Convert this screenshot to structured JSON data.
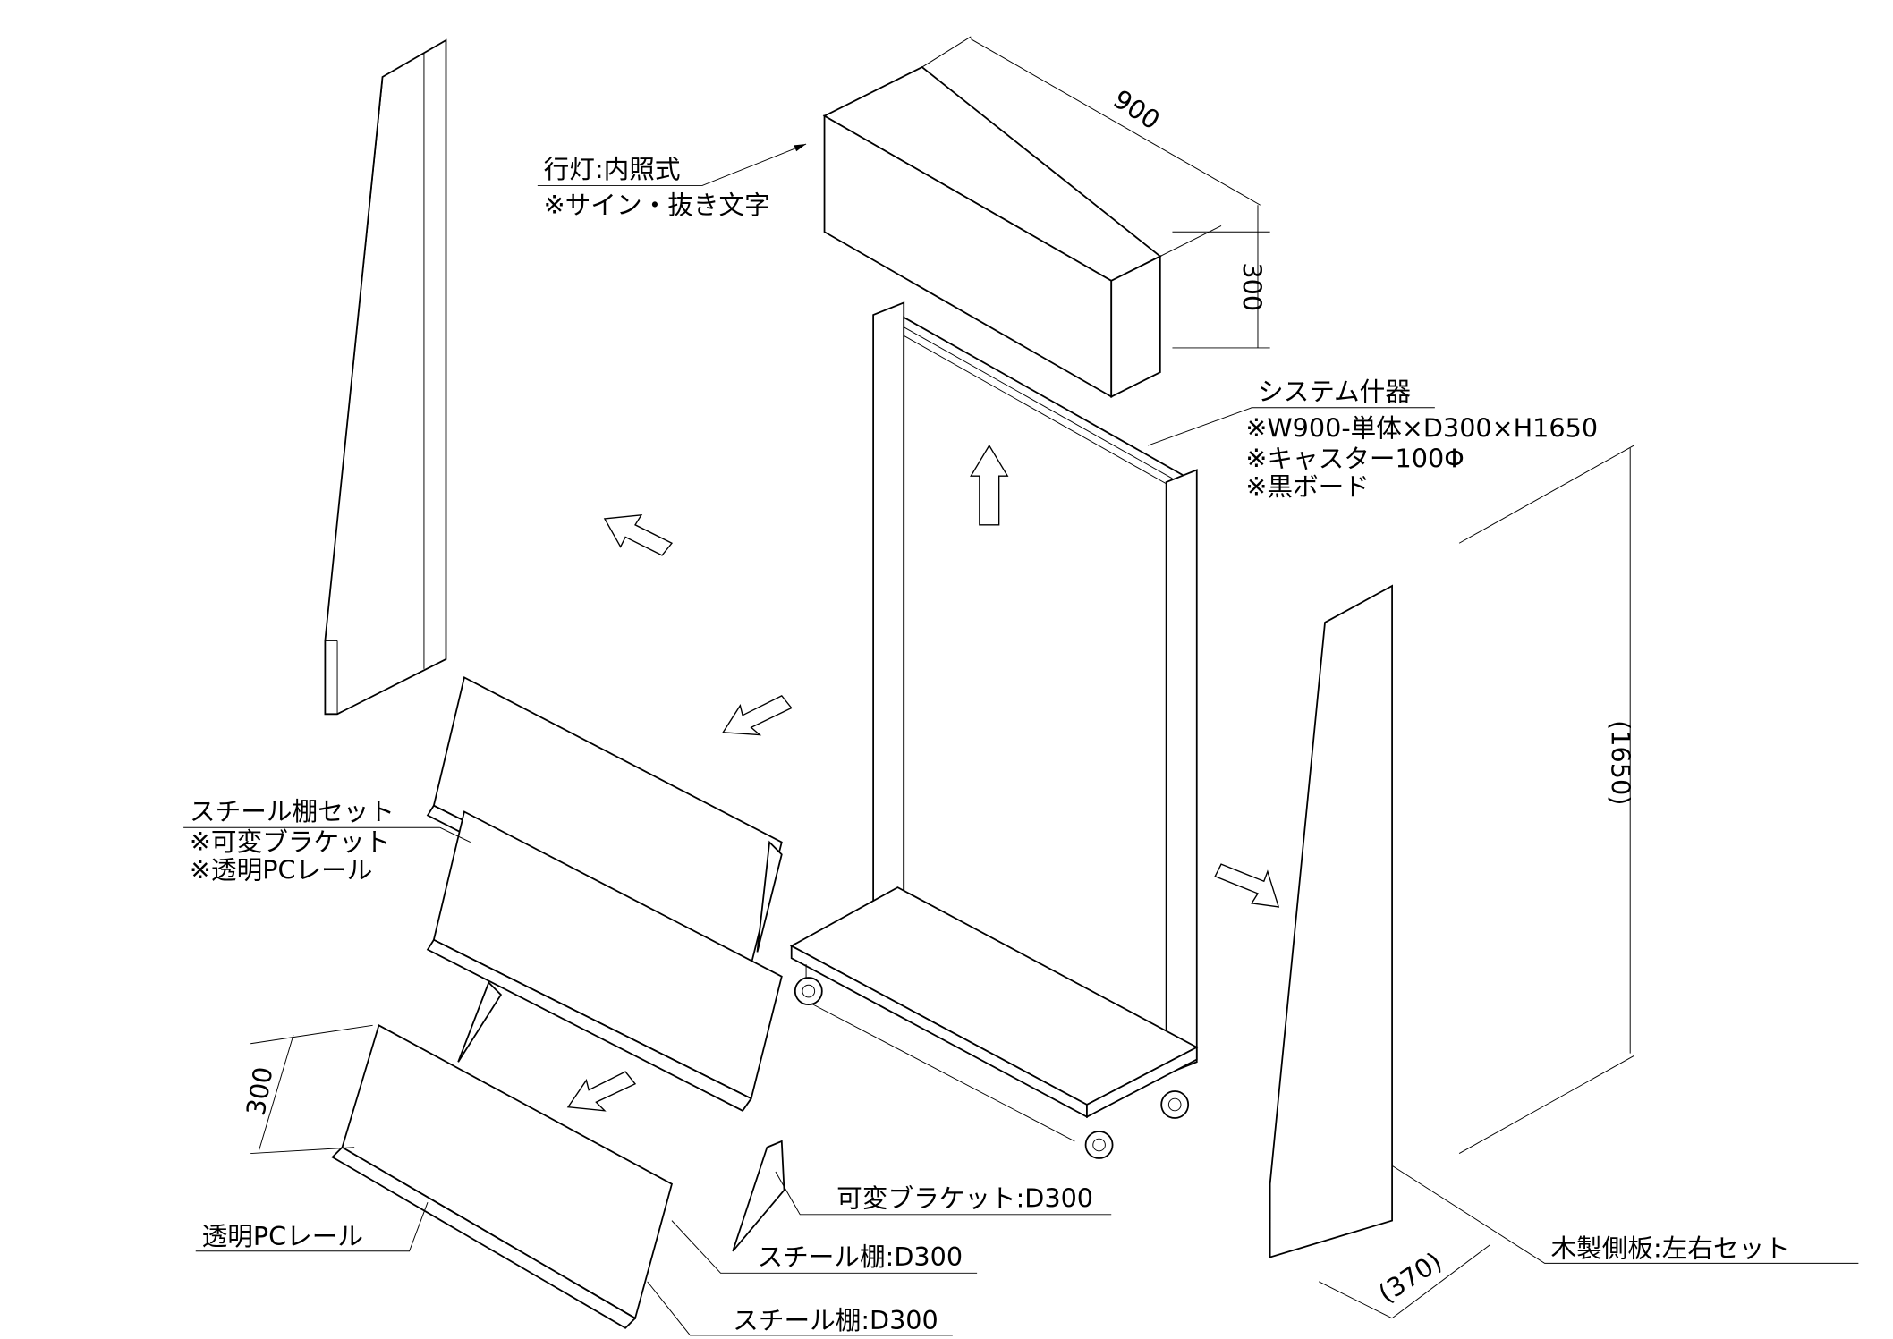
{
  "lantern": {
    "title": "行灯:内照式",
    "note": "※サイン・抜き文字",
    "dim_width": "900",
    "dim_height": "300"
  },
  "system_fixture": {
    "title": "システム什器",
    "notes": [
      "※W900-単体×D300×H1650",
      "※キャスター100Φ",
      "※黒ボード"
    ]
  },
  "shelf_set": {
    "title": "スチール棚セット",
    "notes": [
      "※可変ブラケット",
      "※透明PCレール"
    ],
    "dim_depth": "300"
  },
  "labels": {
    "bracket": "可変ブラケット:D300",
    "pc_rail": "透明PCレール",
    "steel_shelf_1": "スチール棚:D300",
    "steel_shelf_2": "スチール棚:D300",
    "side_panel": "木製側板:左右セット"
  },
  "dimensions": {
    "height": "(1650)",
    "panel_depth": "(370)"
  }
}
